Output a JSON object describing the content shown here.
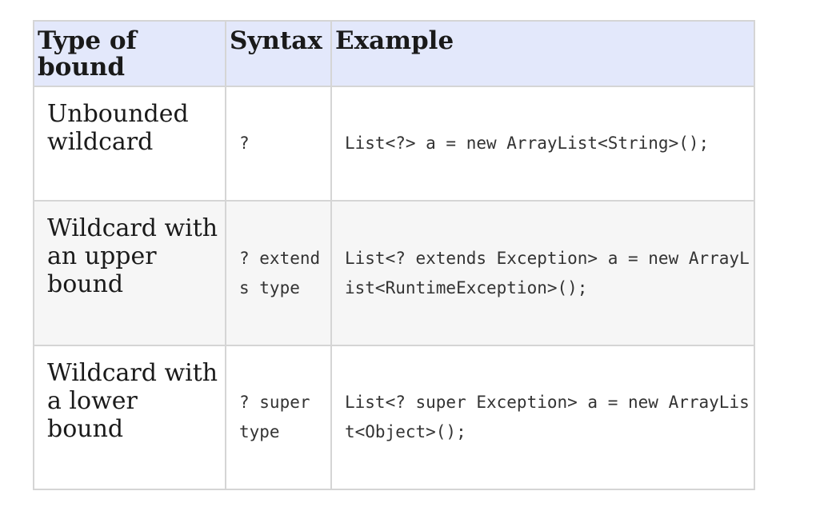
{
  "table": {
    "headers": [
      "Type of bound",
      "Syntax",
      "Example"
    ],
    "rows": [
      {
        "type": "Unbounded wildcard",
        "syntax": "?",
        "example": "List<?> a = new ArrayList<String>();"
      },
      {
        "type": "Wildcard with an upper bound",
        "syntax": "? extends type",
        "example": "List<? extends Exception> a = new ArrayList<RuntimeException>();"
      },
      {
        "type": "Wildcard with a lower bound",
        "syntax": "? super type",
        "example": "List<? super Exception> a = new ArrayList<Object>();"
      }
    ]
  }
}
